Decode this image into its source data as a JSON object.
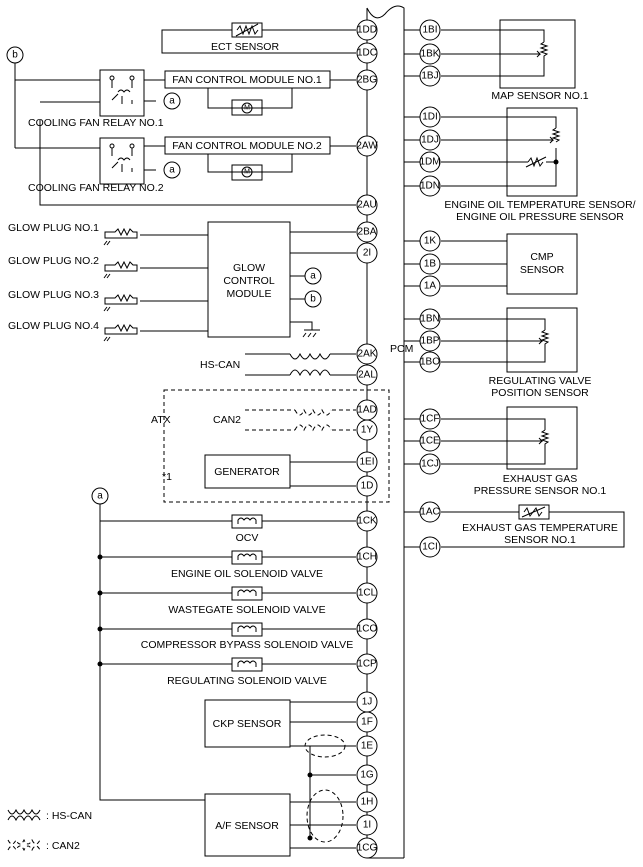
{
  "pcm_label": "PCM",
  "pins_left": {
    "p1DD": "1DD",
    "p1DC": "1DC",
    "p2BG": "2BG",
    "p2AW": "2AW",
    "p2AU": "2AU",
    "p2BA": "2BA",
    "p2I": "2I",
    "p2AK": "2AK",
    "p2AL": "2AL",
    "p1AD": "1AD",
    "p1Y": "1Y",
    "p1EI": "1EI",
    "p1D": "1D",
    "p1CK": "1CK",
    "p1CH": "1CH",
    "p1CL": "1CL",
    "p1CO": "1CO",
    "p1CP": "1CP",
    "p1J": "1J",
    "p1F": "1F",
    "p1E": "1E",
    "p1G": "1G",
    "p1H": "1H",
    "p1I": "1I",
    "p1CG": "1CG"
  },
  "pins_right": {
    "p1BI": "1BI",
    "p1BK": "1BK",
    "p1BJ": "1BJ",
    "p1DI": "1DI",
    "p1DJ": "1DJ",
    "p1DM": "1DM",
    "p1DN": "1DN",
    "p1K": "1K",
    "p1B": "1B",
    "p1A": "1A",
    "p1BN": "1BN",
    "p1BP": "1BP",
    "p1BO": "1BO",
    "p1CF": "1CF",
    "p1CE": "1CE",
    "p1CJ": "1CJ",
    "p1AC": "1AC",
    "p1CI": "1CI"
  },
  "labels": {
    "ect": "ECT SENSOR",
    "fan1": "FAN CONTROL MODULE NO.1",
    "fan2": "FAN CONTROL MODULE NO.2",
    "relay1": "COOLING FAN RELAY NO.1",
    "relay2": "COOLING FAN RELAY NO.2",
    "glow1": "GLOW PLUG NO.1",
    "glow2": "GLOW PLUG NO.2",
    "glow3": "GLOW PLUG NO.3",
    "glow4": "GLOW PLUG NO.4",
    "glow_cm1": "GLOW",
    "glow_cm2": "CONTROL",
    "glow_cm3": "MODULE",
    "hscan": "HS-CAN",
    "atx": "ATX",
    "can2": "CAN2",
    "note1": "*1",
    "generator": "GENERATOR",
    "ocv": "OCV",
    "eos": "ENGINE OIL SOLENOID VALVE",
    "wg": "WASTEGATE SOLENOID VALVE",
    "cbp": "COMPRESSOR BYPASS SOLENOID VALVE",
    "reg": "REGULATING SOLENOID VALVE",
    "ckp": "CKP SENSOR",
    "af": "A/F SENSOR",
    "map": "MAP SENSOR NO.1",
    "eot1": "ENGINE OIL TEMPERATURE SENSOR/",
    "eot2": "ENGINE OIL PRESSURE SENSOR",
    "cmp1": "CMP",
    "cmp2": "SENSOR",
    "rvp1": "REGULATING VALVE",
    "rvp2": "POSITION SENSOR",
    "egp1": "EXHAUST GAS",
    "egp2": "PRESSURE SENSOR NO.1",
    "egt1": "EXHAUST GAS TEMPERATURE",
    "egt2": "SENSOR NO.1",
    "legend_hscan": ": HS-CAN",
    "legend_can2": ": CAN2",
    "ref_a": "a",
    "ref_b": "b"
  }
}
